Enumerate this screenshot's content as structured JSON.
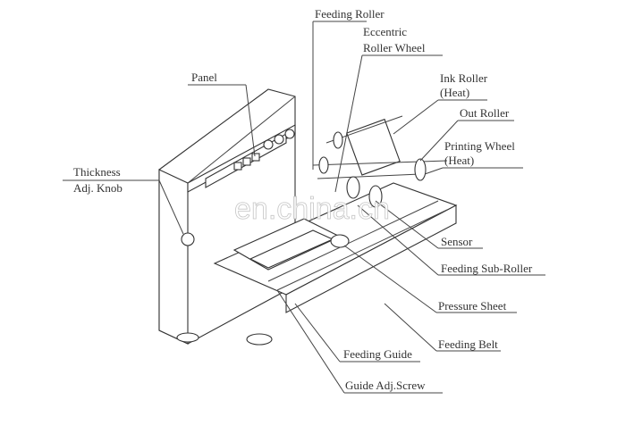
{
  "diagram": {
    "labels": {
      "feeding_roller": "Feeding Roller",
      "eccentric_1": "Eccentric",
      "eccentric_2": "Roller Wheel",
      "panel": "Panel",
      "ink_roller_1": "Ink Roller",
      "ink_roller_2": "(Heat)",
      "out_roller": "Out Roller",
      "printing_wheel_1": "Printing Wheel",
      "printing_wheel_2": "(Heat)",
      "thickness_1": "Thickness",
      "thickness_2": "Adj. Knob",
      "sensor": "Sensor",
      "feeding_sub_roller": "Feeding Sub-Roller",
      "pressure_sheet": "Pressure Sheet",
      "feeding_belt": "Feeding Belt",
      "feeding_guide": "Feeding Guide",
      "guide_adj_screw": "Guide Adj.Screw"
    },
    "watermark": "en.china.cn"
  }
}
